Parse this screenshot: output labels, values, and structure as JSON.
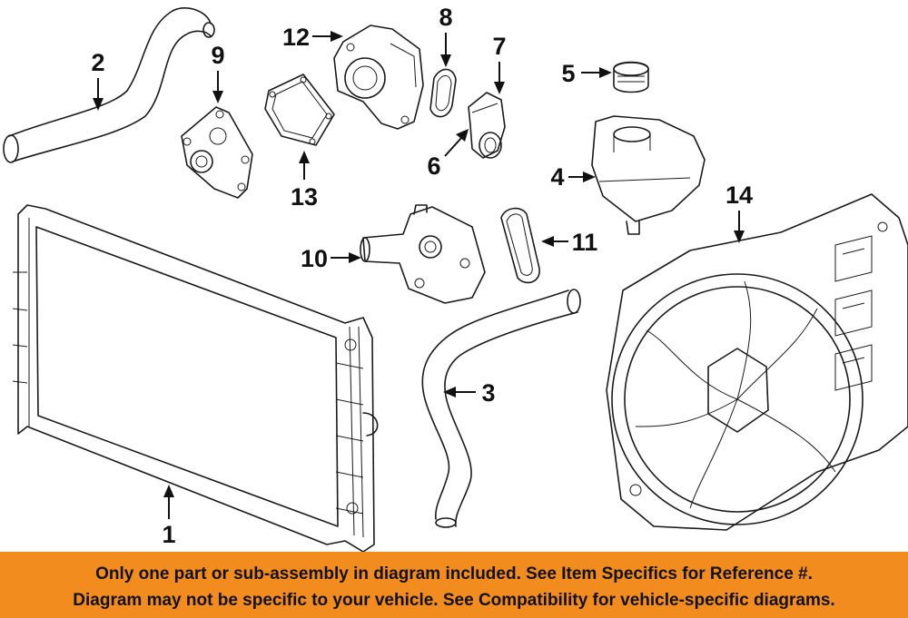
{
  "callouts": [
    {
      "num": "1"
    },
    {
      "num": "2"
    },
    {
      "num": "3"
    },
    {
      "num": "4"
    },
    {
      "num": "5"
    },
    {
      "num": "6"
    },
    {
      "num": "7"
    },
    {
      "num": "8"
    },
    {
      "num": "9"
    },
    {
      "num": "10"
    },
    {
      "num": "11"
    },
    {
      "num": "12"
    },
    {
      "num": "13"
    },
    {
      "num": "14"
    }
  ],
  "banner": {
    "line1": "Only one part or sub-assembly in diagram included. See Item Specifics for Reference #.",
    "line2": "Diagram may not be specific to your vehicle. See Compatibility for vehicle-specific diagrams."
  },
  "colors": {
    "banner_bg": "#f28c1e",
    "line_art": "#1a1a1a"
  }
}
